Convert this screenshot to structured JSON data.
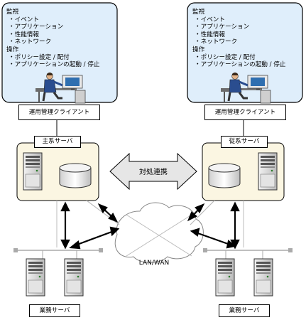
{
  "left_client": {
    "monitor_heading": "監視",
    "monitor_items": [
      "・イベント",
      "・アプリケーション",
      "・性能情報",
      "・ネットワーク"
    ],
    "operation_heading": "操作",
    "operation_items": [
      "・ポリシー設定 / 配付",
      "・アプリケーションの起動 / 停止"
    ],
    "label": "運用管理クライアント"
  },
  "right_client": {
    "monitor_heading": "監視",
    "monitor_items": [
      "・イベント",
      "・アプリケーション",
      "・性能情報",
      "・ネットワーク"
    ],
    "operation_heading": "操作",
    "operation_items": [
      "・ポリシー設定 / 配付",
      "・アプリケーションの起動 / 停止"
    ],
    "label": "運用管理クライアント"
  },
  "primary_server": {
    "label": "主系サーバ"
  },
  "secondary_server": {
    "label": "従系サーバ"
  },
  "link_label": "対処連携",
  "network_label": "LAN/WAN",
  "left_business": {
    "label": "業務サーバ"
  },
  "right_business": {
    "label": "業務サーバ"
  },
  "colors": {
    "panel_fill": "#dfeefb",
    "server_panel_fill": "#fbf6e2",
    "arrow_fill": "#e6e6e6"
  }
}
